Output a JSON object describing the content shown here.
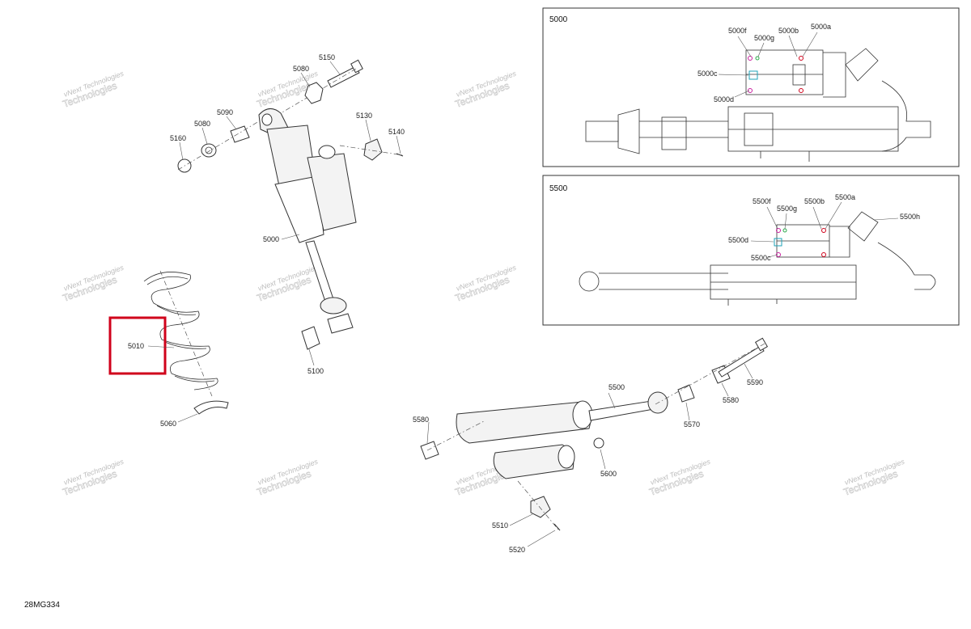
{
  "watermark": {
    "line1": "vNext Technologies",
    "line2": "Technologies"
  },
  "detail_panels": [
    {
      "title": "5000",
      "callouts": [
        "5000f",
        "5000g",
        "5000b",
        "5000a",
        "5000c",
        "5000d"
      ]
    },
    {
      "title": "5500",
      "callouts": [
        "5500f",
        "5500g",
        "5500b",
        "5500a",
        "5500h",
        "5500d",
        "5500c"
      ]
    }
  ],
  "callouts": {
    "c5150": "5150",
    "c5080a": "5080",
    "c5090": "5090",
    "c5080b": "5080",
    "c5160": "5160",
    "c5130": "5130",
    "c5140": "5140",
    "c5000": "5000",
    "c5100": "5100",
    "c5010": "5010",
    "c5060": "5060",
    "c5500": "5500",
    "c5590": "5590",
    "c5580a": "5580",
    "c5570": "5570",
    "c5580b": "5580",
    "c5600": "5600",
    "c5510": "5510",
    "c5520": "5520"
  },
  "highlight": {
    "callout": "5010",
    "color": "#d0021b"
  },
  "colors": {
    "green": "#2aa84a",
    "magenta": "#c81e9e",
    "cyan": "#1fa3b8",
    "red": "#d0021b"
  },
  "diagram_code": "28MG334"
}
